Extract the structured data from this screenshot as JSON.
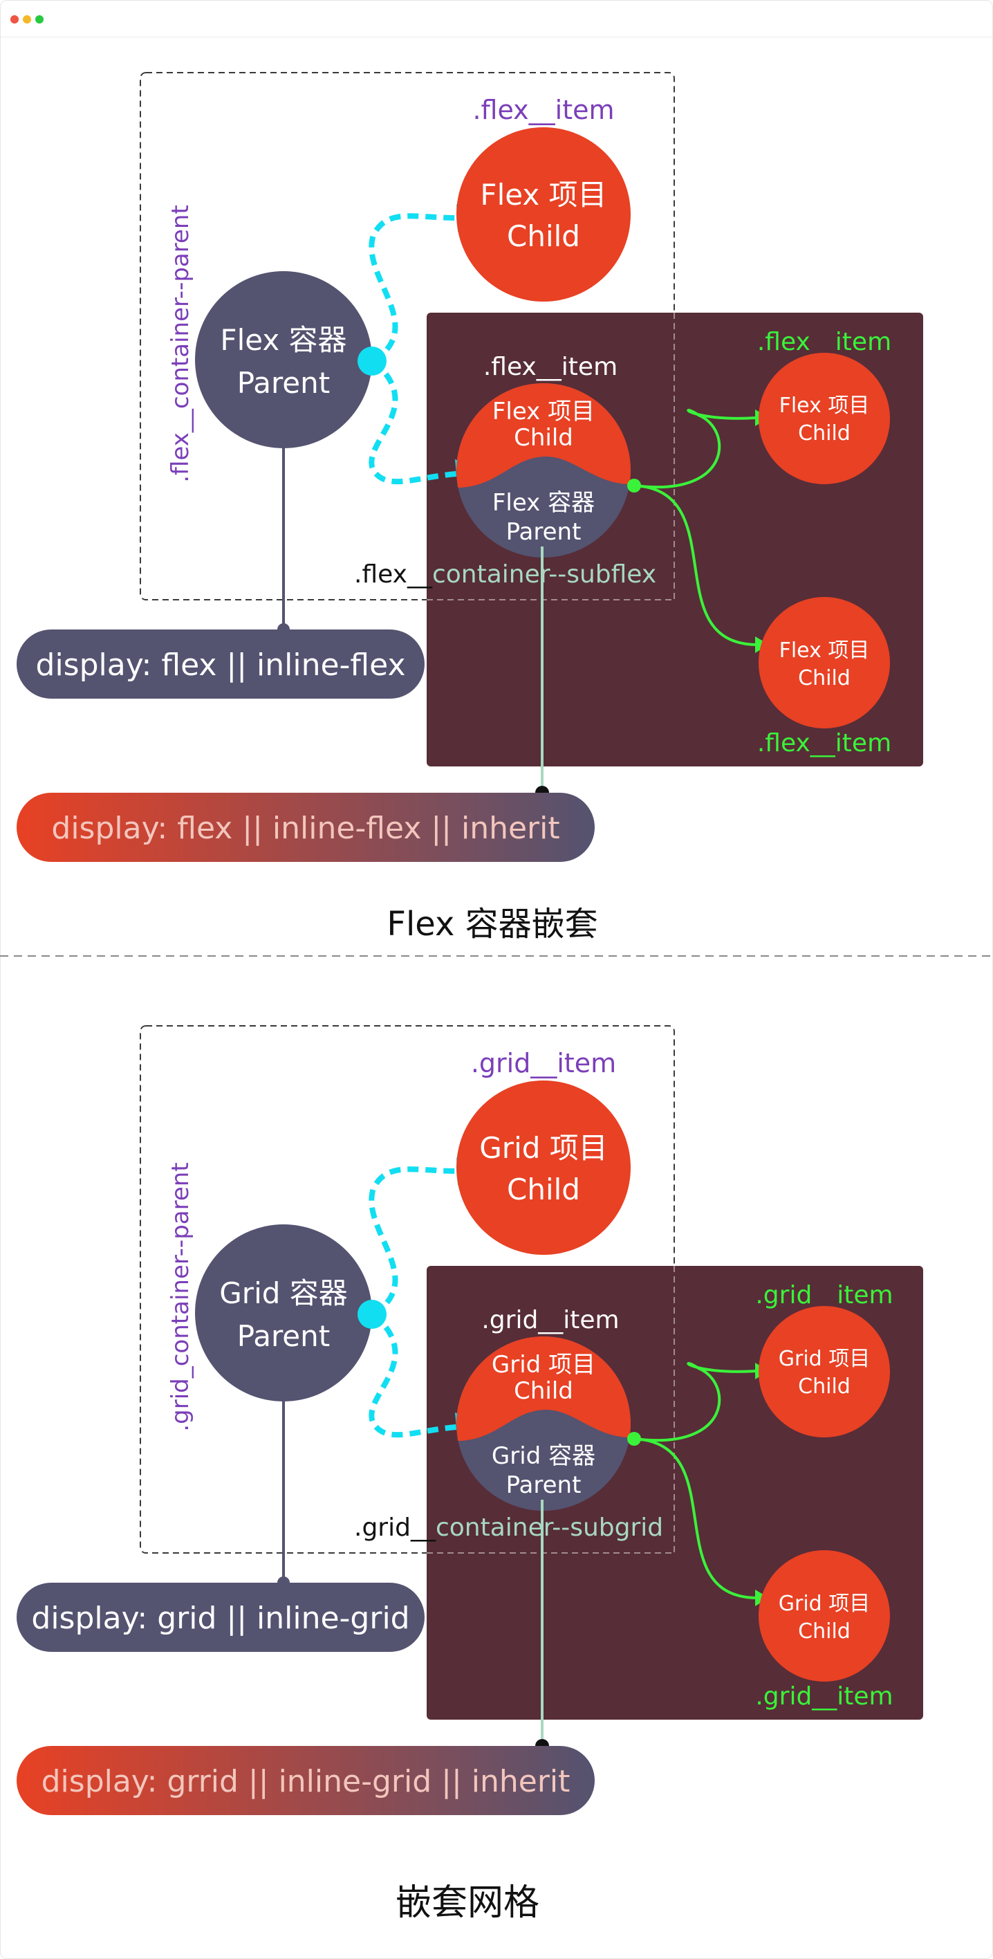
{
  "window": {
    "controls": [
      "close",
      "minimize",
      "maximize"
    ],
    "control_colors": {
      "close": "#ee5544",
      "minimize": "#f5b828",
      "maximize": "#27c93f"
    }
  },
  "colors": {
    "parent_circle": "#545370",
    "item_circle": "#e84124",
    "subgrid_panel": "#572d37",
    "label_purple": "#7b3fb8",
    "label_green": "#3af23a",
    "arrow_cyan": "#12def2",
    "arrow_green": "#3af23a",
    "pill_dark": "#545370",
    "pill_gradient": [
      "#e84124",
      "#545370"
    ],
    "connector_line": "#a8d8c0"
  },
  "flex": {
    "container_label": ".flex__container--parent",
    "parent_line1": "Flex 容器",
    "parent_line2": "Parent",
    "top_item_label": ".flex__item",
    "top_item_line1": "Flex 项目",
    "top_item_line2": "Child",
    "sub_item_label": ".flex__item",
    "sub_item_line1": "Flex 项目",
    "sub_item_line2": "Child",
    "sub_parent_line1": "Flex 容器",
    "sub_parent_line2": "Parent",
    "subcontainer_label_a": ".flex__",
    "subcontainer_label_b": "container--subflex",
    "right_item_top_label": ".flex__item",
    "right_item_top_line1": "Flex 项目",
    "right_item_top_line2": "Child",
    "right_item_bottom_label": ".flex__item",
    "right_item_bottom_line1": "Flex 项目",
    "right_item_bottom_line2": "Child",
    "pill_parent": "display: flex || inline-flex",
    "pill_sub": "display: flex || inline-flex || inherit",
    "section_title": "Flex 容器嵌套"
  },
  "grid": {
    "container_label": ".grid_container--parent",
    "parent_line1": "Grid 容器",
    "parent_line2": "Parent",
    "top_item_label": ".grid__item",
    "top_item_line1": "Grid 项目",
    "top_item_line2": "Child",
    "sub_item_label": ".grid__item",
    "sub_item_line1": "Grid 项目",
    "sub_item_line2": "Child",
    "sub_parent_line1": "Grid 容器",
    "sub_parent_line2": "Parent",
    "subcontainer_label_a": ".grid__",
    "subcontainer_label_b": "container--subgrid",
    "right_item_top_label": ".grid__item",
    "right_item_top_line1": "Grid 项目",
    "right_item_top_line2": "Child",
    "right_item_bottom_label": ".grid__item",
    "right_item_bottom_line1": "Grid 项目",
    "right_item_bottom_line2": "Child",
    "pill_parent": "display: grid || inline-grid",
    "pill_sub": "display: grrid || inline-grid || inherit",
    "section_title": "嵌套网格"
  }
}
